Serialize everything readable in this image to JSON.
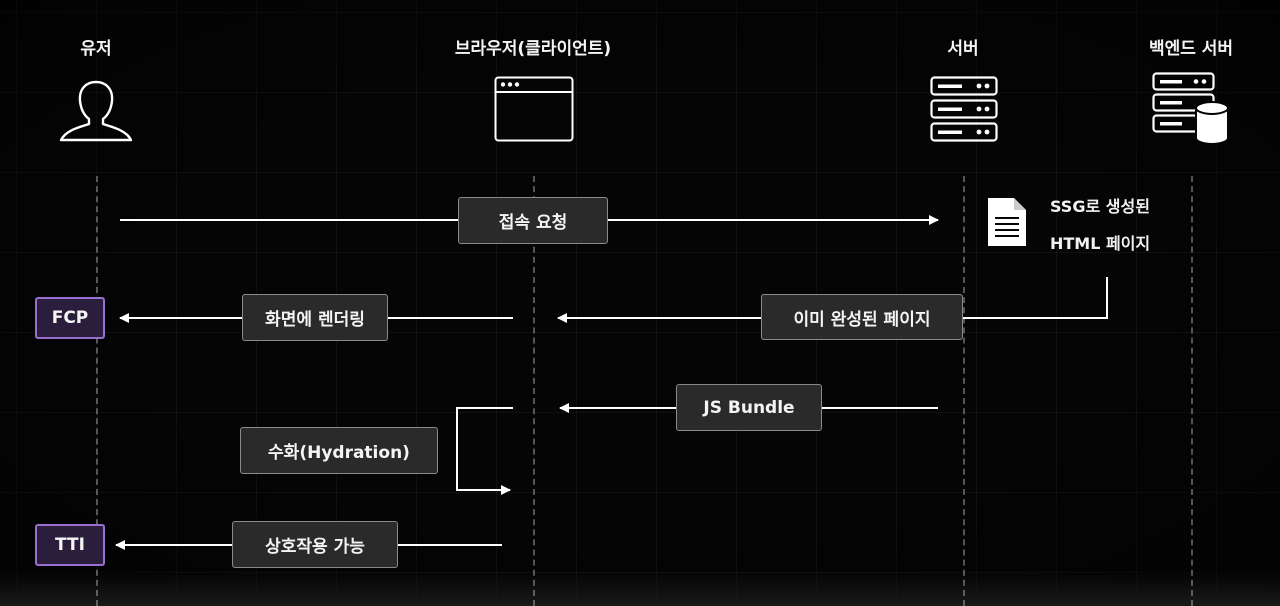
{
  "lanes": {
    "user": "유저",
    "browser": "브라우저(클라이언트)",
    "server": "서버",
    "backend": "백엔드 서버"
  },
  "icons": {
    "user": "user-silhouette-icon",
    "browser": "browser-window-icon",
    "server": "server-rack-icon",
    "backend": "server-database-icon",
    "document": "document-icon"
  },
  "messages": {
    "request": "접속 요청",
    "prebuilt_page": "이미 완성된 페이지",
    "render": "화면에 렌더링",
    "js_bundle": "JS Bundle",
    "hydration": "수화(Hydration)",
    "interactive": "상호작용 가능"
  },
  "milestones": {
    "fcp": "FCP",
    "tti": "TTI"
  },
  "ssg_note": {
    "line1": "SSG로 생성된",
    "line2": "HTML 페이지"
  },
  "colors": {
    "background": "#050505",
    "box_fill": "#2a2a2a",
    "box_border": "#8a8a8a",
    "milestone_fill": "#2a1e3c",
    "milestone_border": "#9a6fd0",
    "arrow": "#ffffff"
  }
}
